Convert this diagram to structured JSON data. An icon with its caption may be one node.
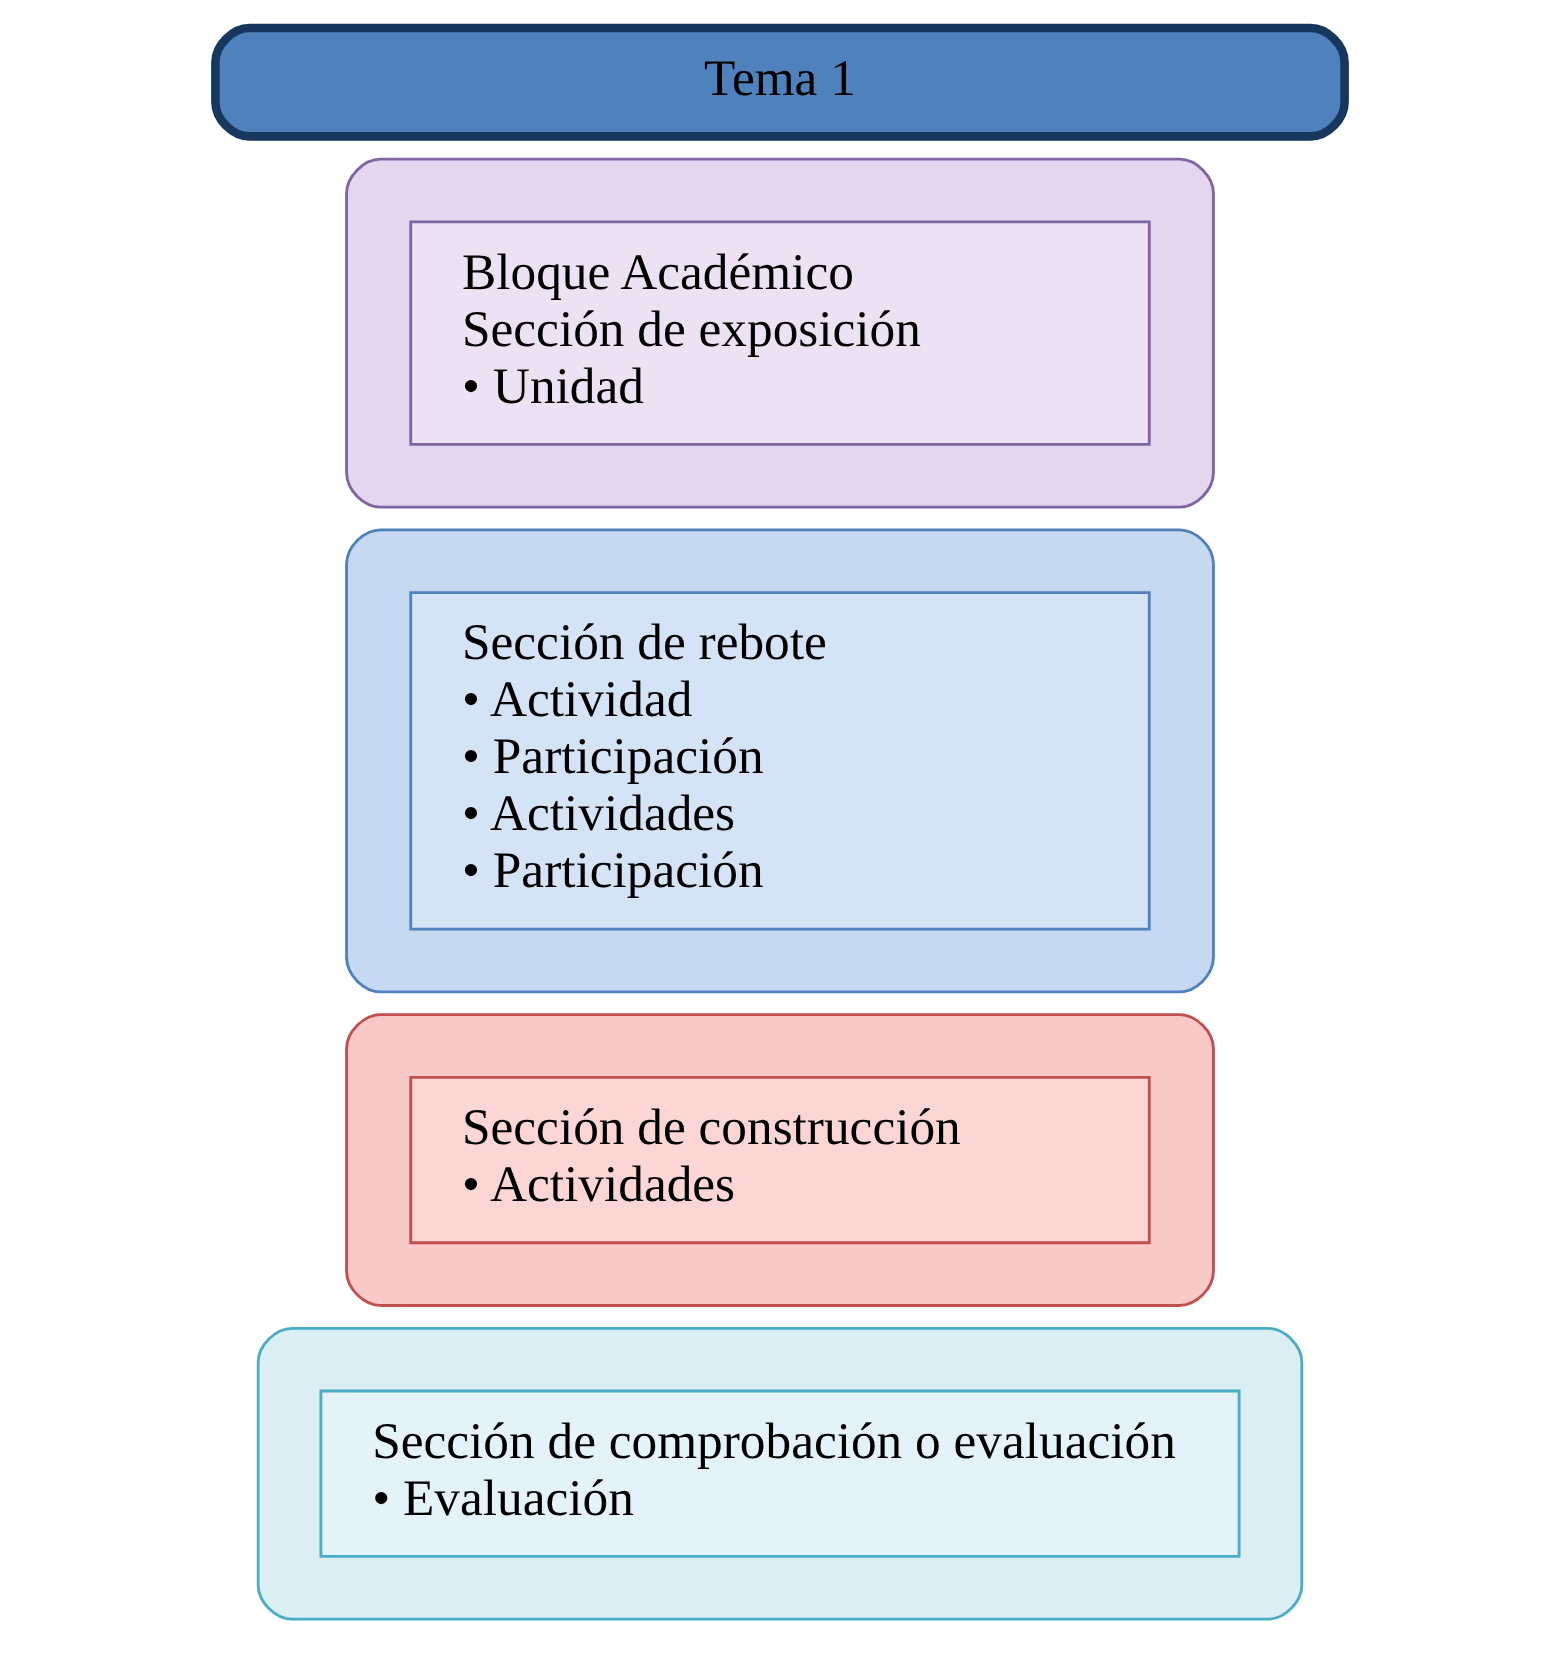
{
  "diagram": {
    "nodes": [
      {
        "text": [
          "Tema 1"
        ]
      },
      {
        "text": [],
        "shape": "box"
      },
      {
        "text": [
          "Bloque Académico",
          "Sección de exposición",
          "• Unidad"
        ],
        "in": 1
      },
      {
        "text": [],
        "shape": "box"
      },
      {
        "text": [
          "Sección de rebote",
          "• Actividad",
          "• Participación",
          "• Actividades",
          "• Participación"
        ],
        "in": 3
      },
      {
        "text": [],
        "shape": "box"
      },
      {
        "text": [
          "Sección de construcción",
          "• Actividades"
        ],
        "in": 5
      },
      {
        "text": [],
        "shape": "box"
      },
      {
        "text": [
          "Sección de comprobación o evaluación",
          "• Evaluación"
        ],
        "in": 7
      }
    ],
    "edges": []
  }
}
